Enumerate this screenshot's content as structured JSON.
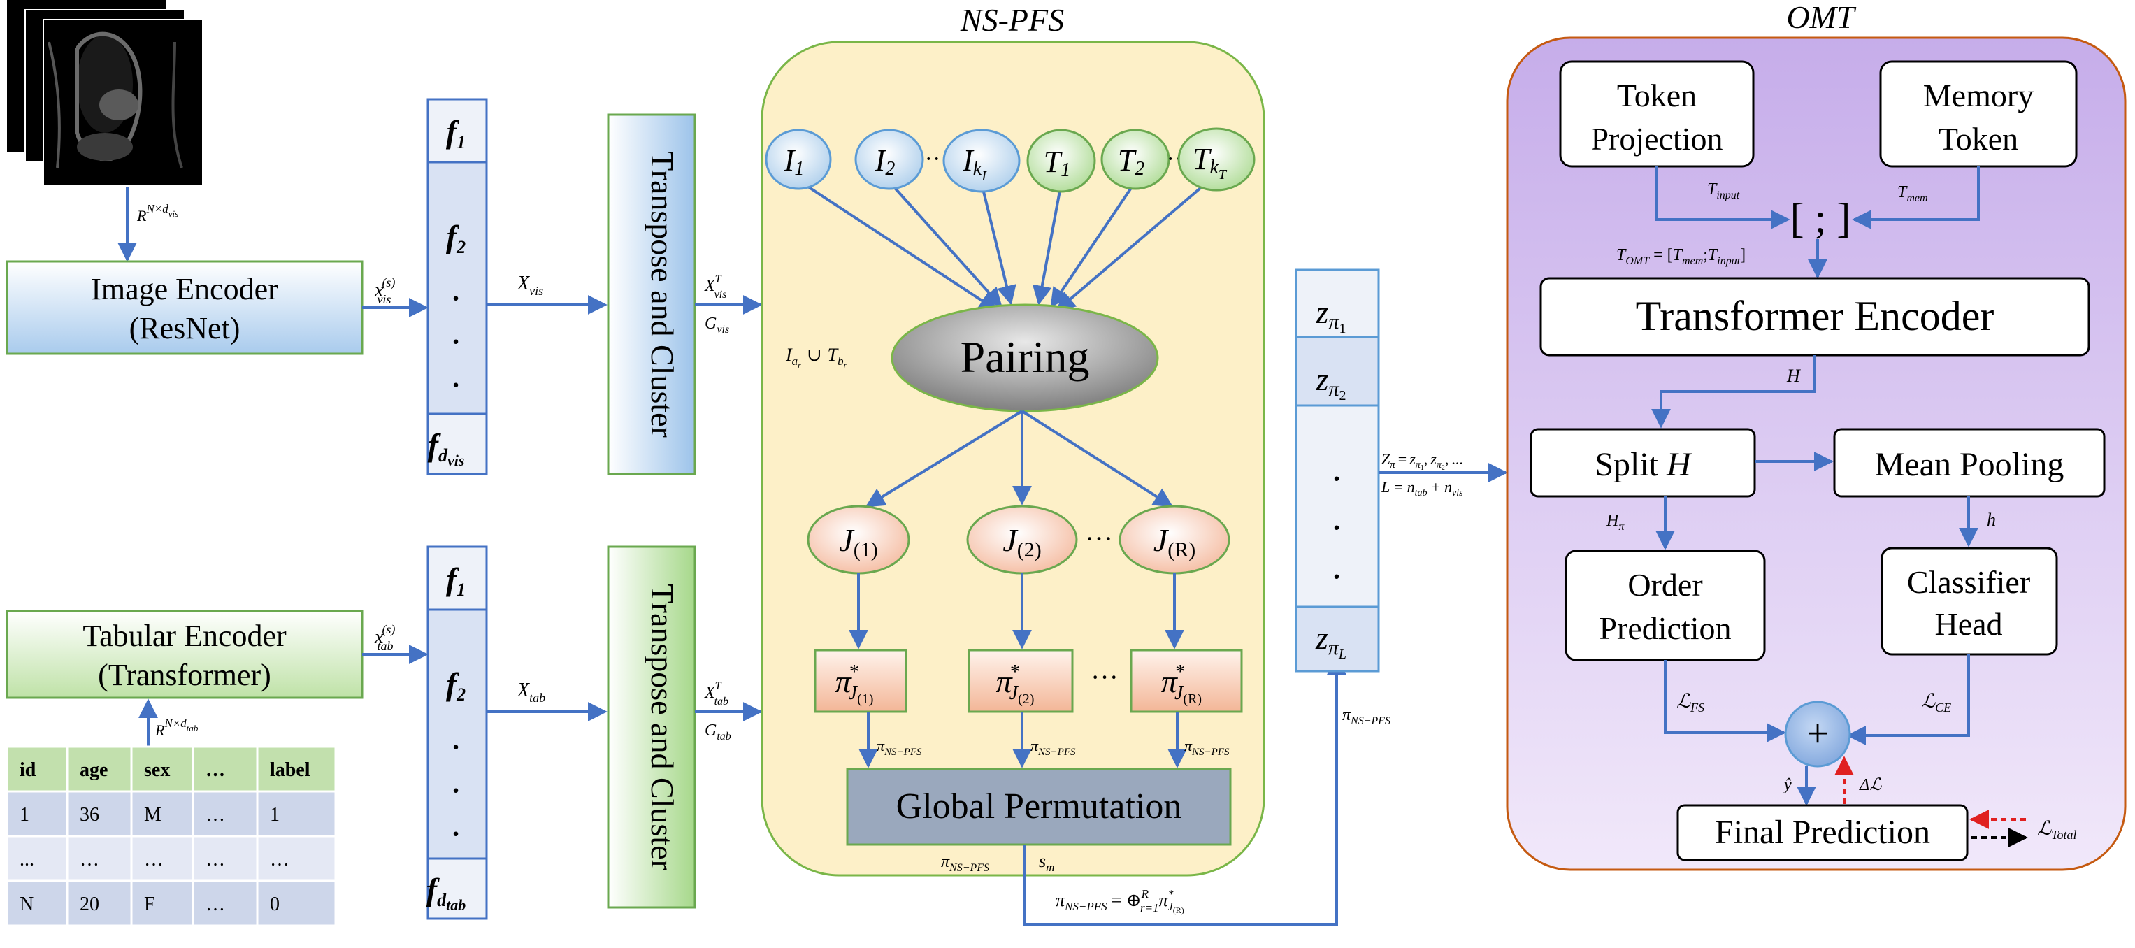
{
  "panels": {
    "ns_pfs_title": "NS-PFS",
    "omt_title": "OMT"
  },
  "encoders": {
    "image_line1": "Image Encoder",
    "image_line2": "(ResNet)",
    "tabular_line1": "Tabular Encoder",
    "tabular_line2": "(Transformer)"
  },
  "features": {
    "vis": [
      "f",
      "f",
      "·",
      "·",
      "·",
      "f"
    ],
    "vis_subs": [
      "1",
      "2",
      "",
      "",
      "",
      "d"
    ],
    "vis_subsub": "vis",
    "tab": [
      "f",
      "f",
      "·",
      "·",
      "·",
      "f"
    ],
    "tab_subs": [
      "1",
      "2",
      "",
      "",
      "",
      "d"
    ],
    "tab_subsub": "tab"
  },
  "transpose": {
    "vis": "Transpose and Cluster",
    "tab": "Transpose and Cluster"
  },
  "labels": {
    "R": "R",
    "N_times": "N×",
    "d": "d",
    "vis": "vis",
    "tab": "tab",
    "x": "x",
    "s_sup": "(s)",
    "X": "X",
    "T_sup": "T",
    "G": "G",
    "I": "I",
    "a_r": "a",
    "r": "r",
    "cup": "∪",
    "T": "T",
    "b_r": "b",
    "pi": "π",
    "ns_pfs": "NS−PFS",
    "s_m": "s",
    "m": "m",
    "oplus_eq": "= ⊕",
    "r_eq_1": "r=1",
    "star": "*",
    "J": "J",
    "z": "z",
    "Z": "Z",
    "L": "L",
    "n": "n",
    "dots": "...",
    "eq": "=",
    "plus": "+",
    "comma": ",",
    "T_input": "input",
    "T_mem": "mem",
    "T_OMT": "OMT",
    "H": "H",
    "h": "h",
    "script_L": "ℒ",
    "FS": "FS",
    "CE": "CE",
    "Total": "Total",
    "delta_L": "Δℒ",
    "y_hat": "ŷ",
    "semicolon_bracket": "[ ; ]",
    "eq_bracket_open": "= [",
    "bracket_close": "]",
    "semi": ";"
  },
  "tokens": {
    "I1": "I",
    "I1_sub": "1",
    "I2": "I",
    "I2_sub": "2",
    "Ik": "I",
    "Ik_sub": "k",
    "Ik_subsub": "I",
    "T1": "T",
    "T1_sub": "1",
    "T2": "T",
    "T2_sub": "2",
    "Tk": "T",
    "Tk_sub": "k",
    "Tk_subsub": "T",
    "ellipsis": "··"
  },
  "pairing": "Pairing",
  "groups": {
    "J1_sub": "(1)",
    "J2_sub": "(2)",
    "JR_sub": "(R)",
    "ellipsis": "···"
  },
  "global_permutation": "Global Permutation",
  "z_column": {
    "subs": [
      "1",
      "2",
      "",
      "",
      "",
      "L"
    ],
    "dots": "·"
  },
  "omt": {
    "token_projection_l1": "Token",
    "token_projection_l2": "Projection",
    "memory_token_l1": "Memory",
    "memory_token_l2": "Token",
    "transformer_encoder": "Transformer Encoder",
    "split": "Split",
    "mean_pooling": "Mean Pooling",
    "order_prediction_l1": "Order",
    "order_prediction_l2": "Prediction",
    "classifier_head_l1": "Classifier",
    "classifier_head_l2": "Head",
    "final_prediction": "Final Prediction"
  },
  "table": {
    "headers": [
      "id",
      "age",
      "sex",
      "…",
      "label"
    ],
    "rows": [
      [
        "1",
        "36",
        "M",
        "…",
        "1"
      ],
      [
        "...",
        "…",
        "…",
        "…",
        "…"
      ],
      [
        "N",
        "20",
        "F",
        "…",
        "0"
      ]
    ]
  },
  "colors": {
    "arrow": "#4472c4",
    "nspfs_fill": "#fdf0c8",
    "nspfs_stroke": "#7ab648",
    "omt_fill_top": "#c9b2ea",
    "omt_fill_bottom": "#ede3f8",
    "omt_stroke": "#c55a11",
    "feature_fill": "#d9e2f3",
    "image_enc_fill": "#c5dcf1",
    "tab_enc_fill": "#d5ecc6",
    "blue_node": "#bcd8ef",
    "green_node": "#bfe3ad",
    "peach_node": "#f6c2a6",
    "pairing_fill": "#8c8c8c",
    "global_perm_fill": "#9aa8bd",
    "plus_fill": "#8fb3e4",
    "red_dashed": "#e02020",
    "table_header": "#c2e0ad",
    "table_row": "#cdd6ea"
  }
}
